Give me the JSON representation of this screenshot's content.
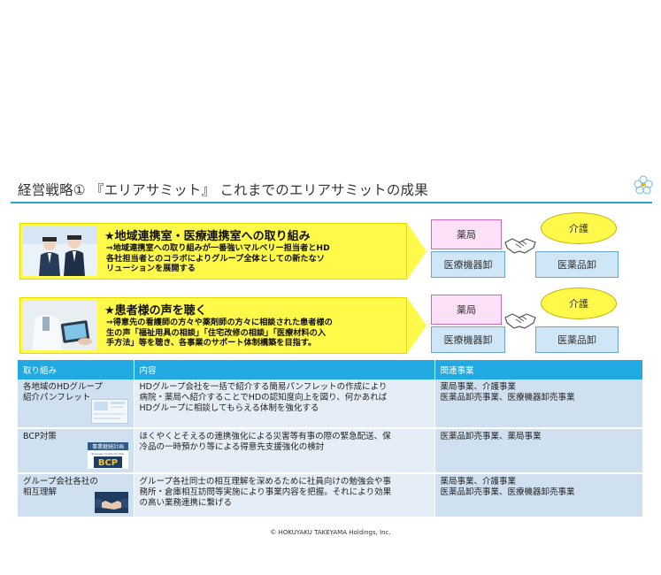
{
  "header": {
    "title": "経営戦略① 『エリアサミット』 これまでのエリアサミットの成果",
    "accent_color": "#2aa4d8"
  },
  "banners": [
    {
      "heading": "★地域連携室・医療連携室への取り組み",
      "lines": [
        "⇒地域連携室への取り組みが一番強いマルベリー担当者とHD",
        "各社担当者とのコラボによりグループ全体としての新たなソ",
        "リューションを展開する"
      ],
      "photo": "two-businessmen-photo"
    },
    {
      "heading": "★患者様の声を聴く",
      "lines": [
        "⇒得意先の看護師の方々や薬剤師の方々に相談された患者様の",
        "生の声「福祉用具の相談」「住宅改修の相談」「医療材料の入",
        "手方法」等を聴き、各事業のサポート体制構築を目指す。"
      ],
      "photo": "doctor-tablet-photo"
    }
  ],
  "diagram": {
    "pharmacy": "薬局",
    "care": "介護",
    "device": "医療機器卸",
    "drug": "医薬品卸"
  },
  "table": {
    "headers": [
      "取り組み",
      "内容",
      "関連事業"
    ],
    "rows": [
      {
        "item_lines": [
          "各地域のHDグループ",
          "紹介パンフレット"
        ],
        "content_lines": [
          "HDグループ会社を一括で紹介する簡易パンフレットの作成により",
          "病院・薬局へ紹介することでHDの認知度向上を図り、何かあれば",
          "HDグループに相談してもらえる体制を強化する"
        ],
        "business_lines": [
          "薬局事業、介護事業",
          "医薬品卸売事業、医療機器卸売事業"
        ]
      },
      {
        "item_lines": [
          "BCP対策"
        ],
        "thumb_title": "事業継続計画",
        "thumb_sub": "Business Continuity Plan",
        "thumb_label": "BCP",
        "content_lines": [
          "ほくやくとそえるの連携強化による災害等有事の際の緊急配送、保",
          "冷品の一時預かり等による得意先支援強化の検討"
        ],
        "business_lines": [
          "医薬品卸売事業、薬局事業"
        ]
      },
      {
        "item_lines": [
          "グループ会社各社の",
          "相互理解"
        ],
        "content_lines": [
          "グループ各社同士の相互理解を深めるために社員向けの勉強会や事",
          "務所・倉庫相互訪問等実施により事業内容を把握。それにより効果",
          "の高い業務連携に繋げる"
        ],
        "business_lines": [
          "薬局事業、介護事業",
          "医薬品卸売事業、医療機器卸売事業"
        ]
      }
    ]
  },
  "footer": "© HOKUYAKU TAKEYAMA Holdings, Inc."
}
